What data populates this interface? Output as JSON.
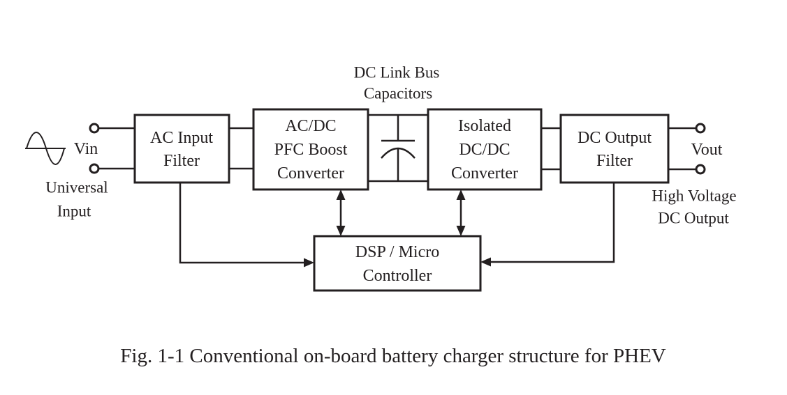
{
  "colors": {
    "ink": "#231f20",
    "background": "#ffffff"
  },
  "diagram": {
    "source": {
      "vin_label": "Vin",
      "caption_line1": "Universal",
      "caption_line2": "Input"
    },
    "dc_link": {
      "line1": "DC Link Bus",
      "line2": "Capacitors"
    },
    "output": {
      "vout_label": "Vout",
      "caption_line1": "High Voltage",
      "caption_line2": "DC Output"
    },
    "blocks": {
      "ac_input_filter": {
        "line1": "AC Input",
        "line2": "Filter"
      },
      "pfc_boost_converter": {
        "line1": "AC/DC",
        "line2": "PFC Boost",
        "line3": "Converter"
      },
      "isolated_dcdc_converter": {
        "line1": "Isolated",
        "line2": "DC/DC",
        "line3": "Converter"
      },
      "dc_output_filter": {
        "line1": "DC Output",
        "line2": "Filter"
      },
      "dsp_controller": {
        "line1": "DSP / Micro",
        "line2": "Controller"
      }
    },
    "icons": {
      "sine_source": "ac-sine-icon",
      "capacitor": "capacitor-icon"
    }
  },
  "caption": "Fig. 1-1 Conventional on-board battery charger structure for PHEV"
}
